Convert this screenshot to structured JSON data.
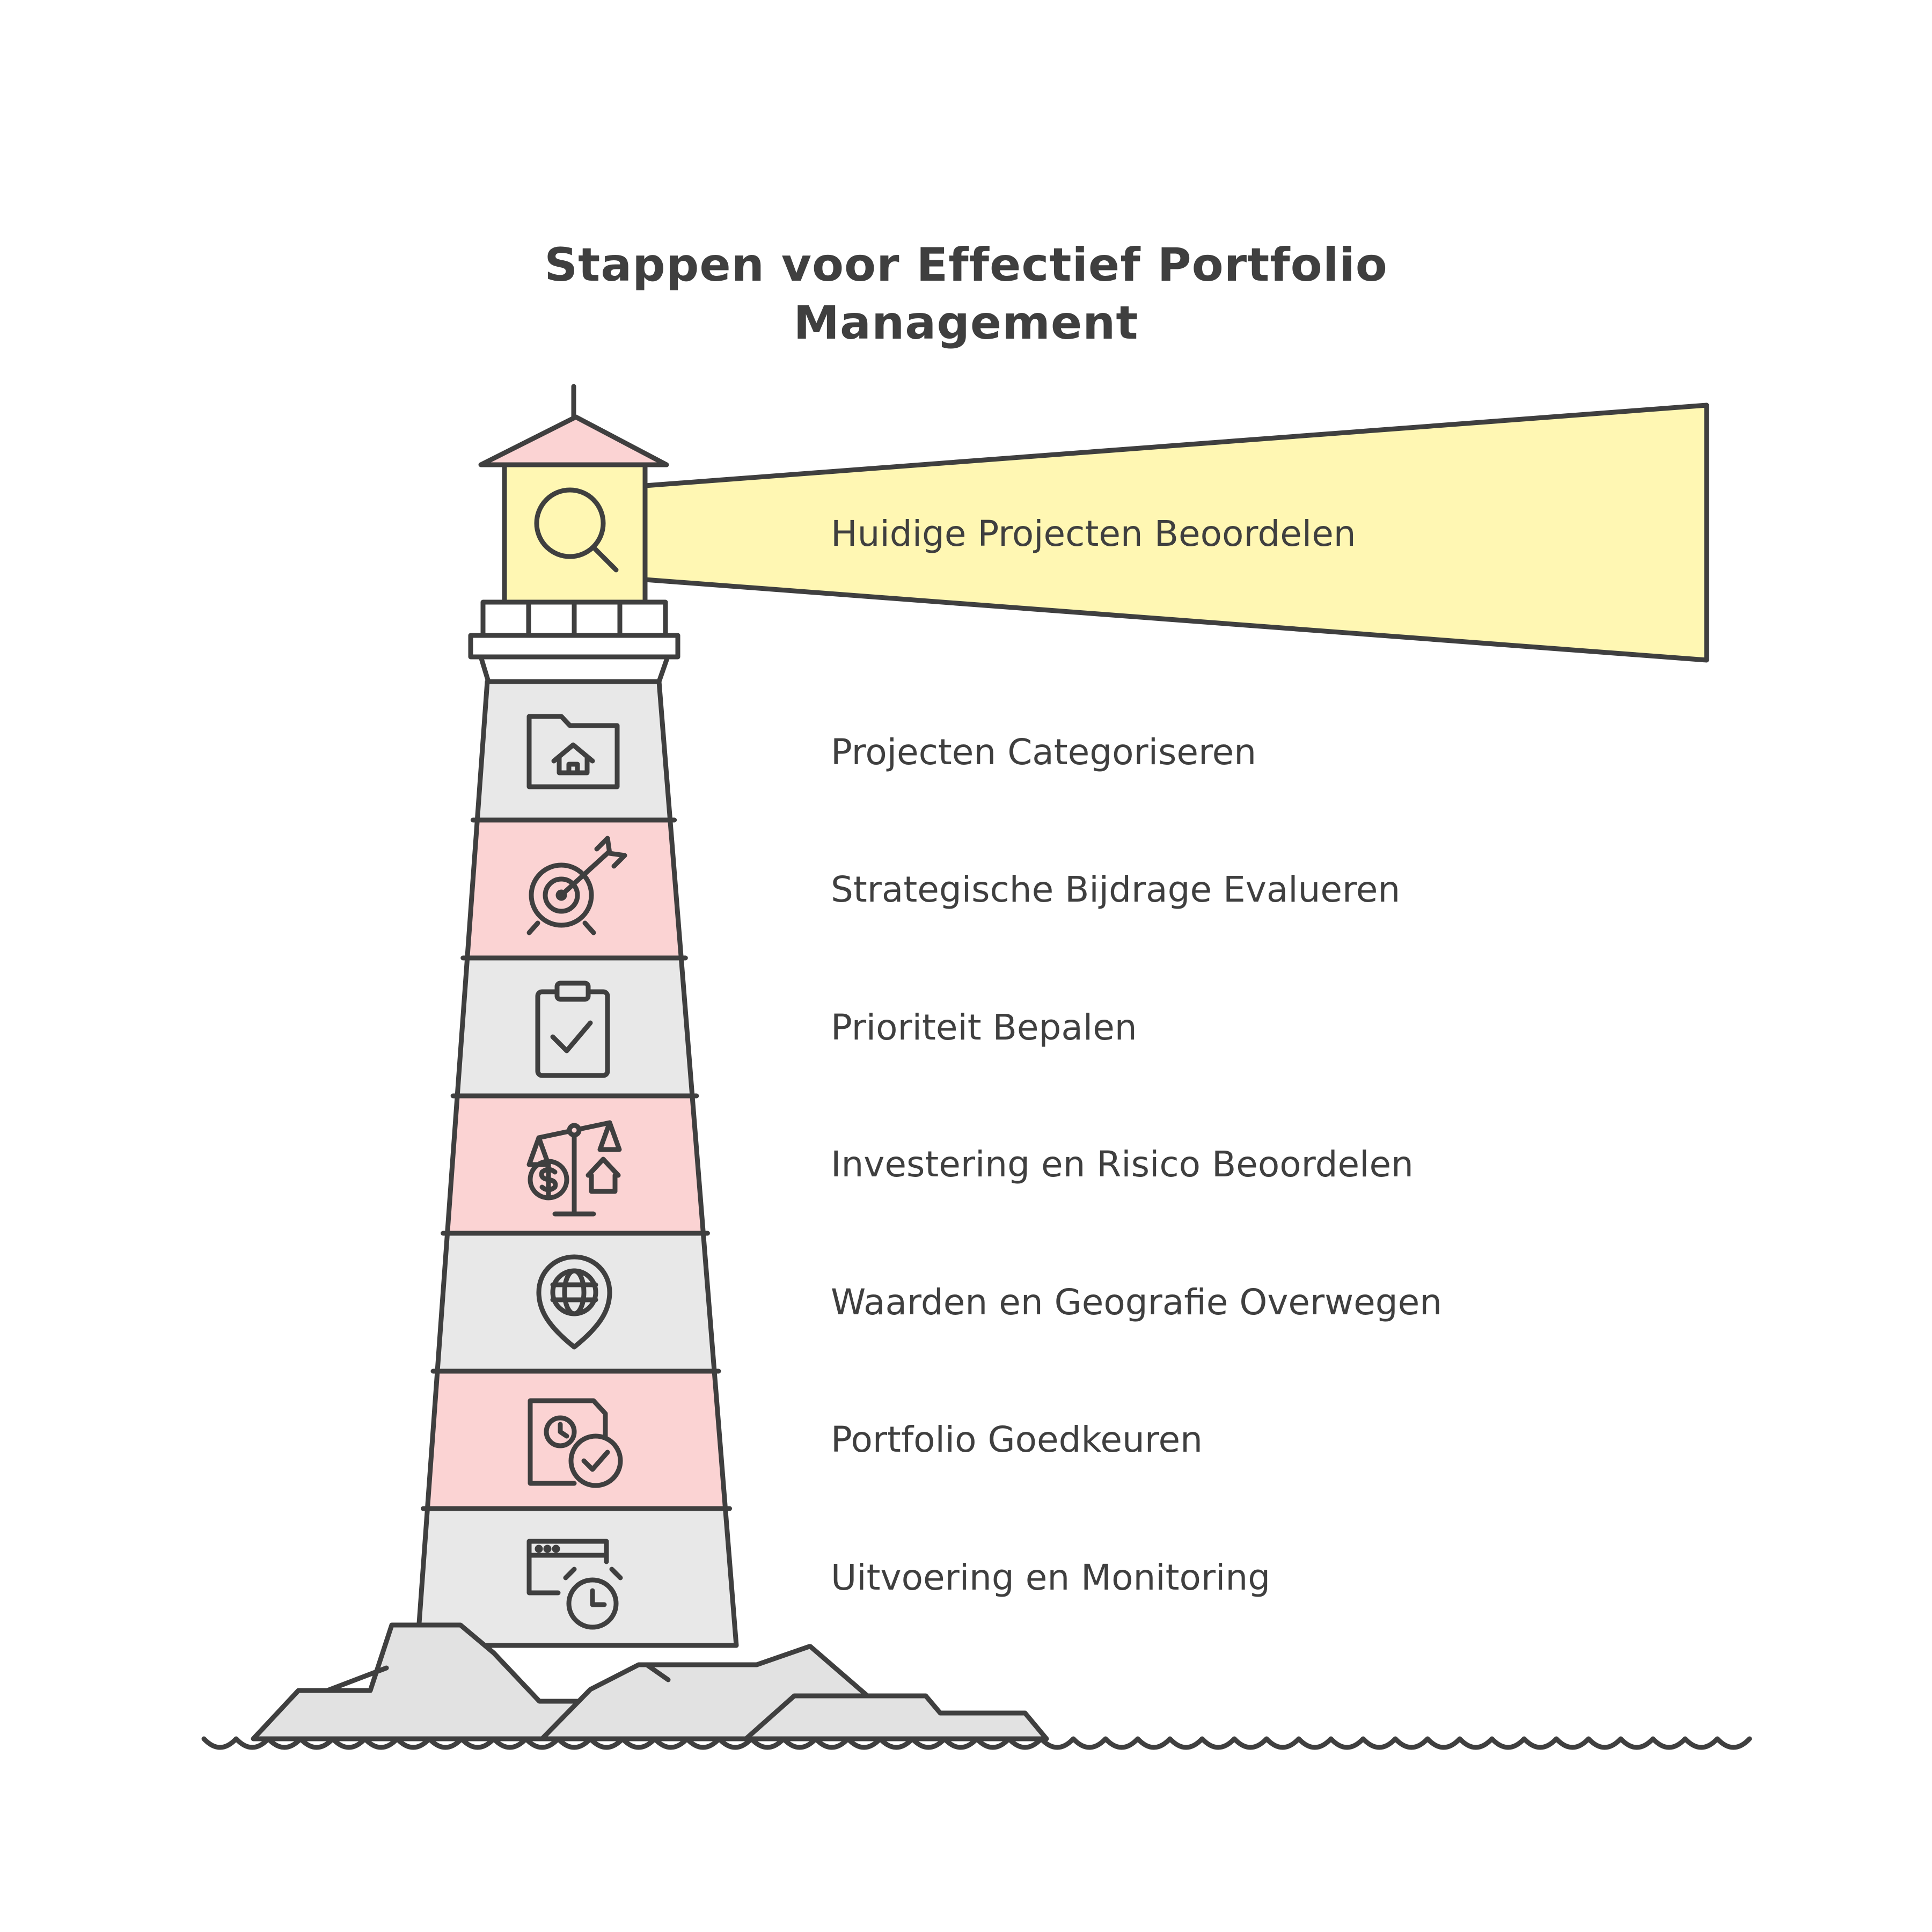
{
  "title": {
    "line1": "Stappen voor Effectief Portfolio",
    "line2": "Management"
  },
  "colors": {
    "ink": "#3f3f3f",
    "beam": "#fff7b3",
    "band_pink": "#fbd3d3",
    "band_gray": "#e8e8e8",
    "rock": "#e2e2e2"
  },
  "steps": [
    {
      "label": "Huidige Projecten Beoordelen",
      "icon": "magnifier-icon",
      "band": "beam"
    },
    {
      "label": "Projecten Categoriseren",
      "icon": "folder-home-icon",
      "band": "gray"
    },
    {
      "label": "Strategische Bijdrage Evalueren",
      "icon": "target-arrow-icon",
      "band": "pink"
    },
    {
      "label": "Prioriteit Bepalen",
      "icon": "clipboard-check-icon",
      "band": "gray"
    },
    {
      "label": "Investering en Risico Beoordelen",
      "icon": "balance-scale-icon",
      "band": "pink"
    },
    {
      "label": "Waarden en Geografie Overwegen",
      "icon": "globe-pin-icon",
      "band": "gray"
    },
    {
      "label": "Portfolio Goedkeuren",
      "icon": "document-approved-icon",
      "band": "pink"
    },
    {
      "label": "Uitvoering en Monitoring",
      "icon": "browser-clock-icon",
      "band": "gray"
    }
  ]
}
